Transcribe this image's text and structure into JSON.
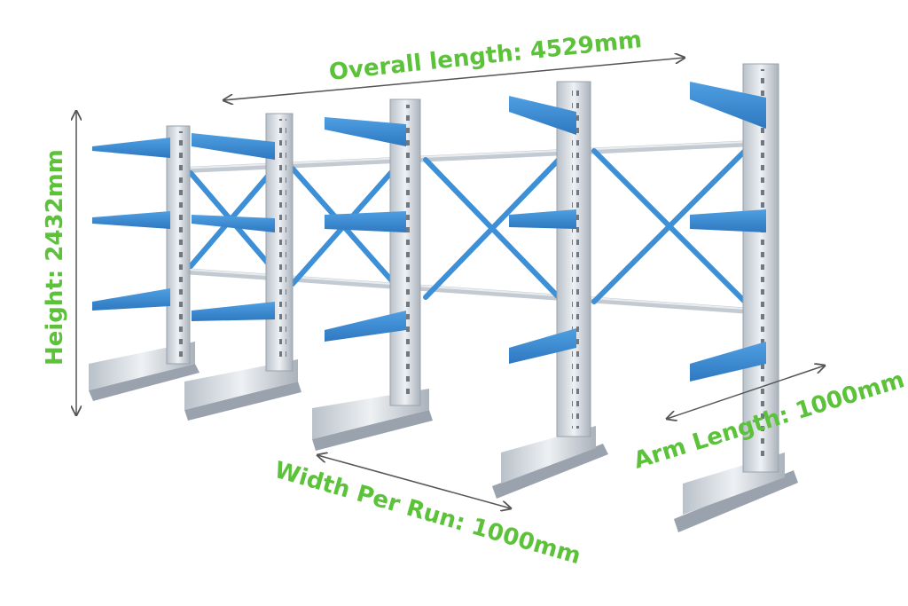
{
  "labels": {
    "overall_length": "Overall length: 4529mm",
    "height": "Height: 2432mm",
    "width_per_run": "Width Per Run: 1000mm",
    "arm_length": "Arm Length: 1000mm"
  },
  "colors": {
    "label_green": "#5cc23a",
    "arm_blue": "#3d8fd6",
    "arm_blue_dark": "#2a6fb3",
    "steel_light": "#e4e8ec",
    "steel_mid": "#c5ccd3",
    "steel_dark": "#9aa3ad",
    "arrow": "#555555"
  }
}
